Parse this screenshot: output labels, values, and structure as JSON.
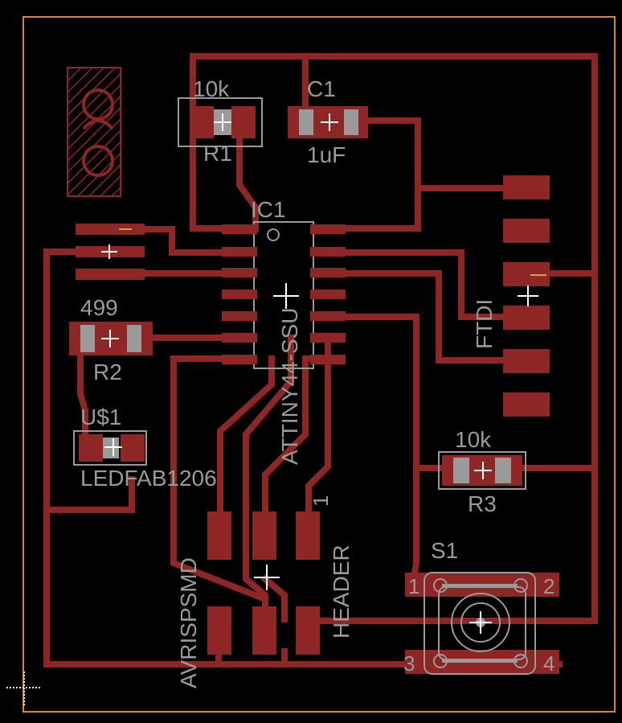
{
  "colors": {
    "background": "#000000",
    "board_outline": "#d58a2a",
    "copper": "#8e2626",
    "silkscreen": "#9a9a9a",
    "origin_cross": "#ffffff"
  },
  "labels": {
    "r1_value": "10k",
    "r1_name": "R1",
    "c1_name": "C1",
    "c1_value": "1uF",
    "ic1_name": "IC1",
    "ic1_part": "ATTINY44-SSU",
    "r2_value": "499",
    "r2_name": "R2",
    "led_name": "U$1",
    "led_part": "LEDFAB1206",
    "ftdi_name": "FTDI",
    "r3_value": "10k",
    "r3_name": "R3",
    "s1_name": "S1",
    "s1_pin1": "1",
    "s1_pin2": "2",
    "s1_pin3": "3",
    "s1_pin4": "4",
    "header_name": "HEADER",
    "header_pin1": "1",
    "avrisp_name": "AVRISPSMD"
  }
}
